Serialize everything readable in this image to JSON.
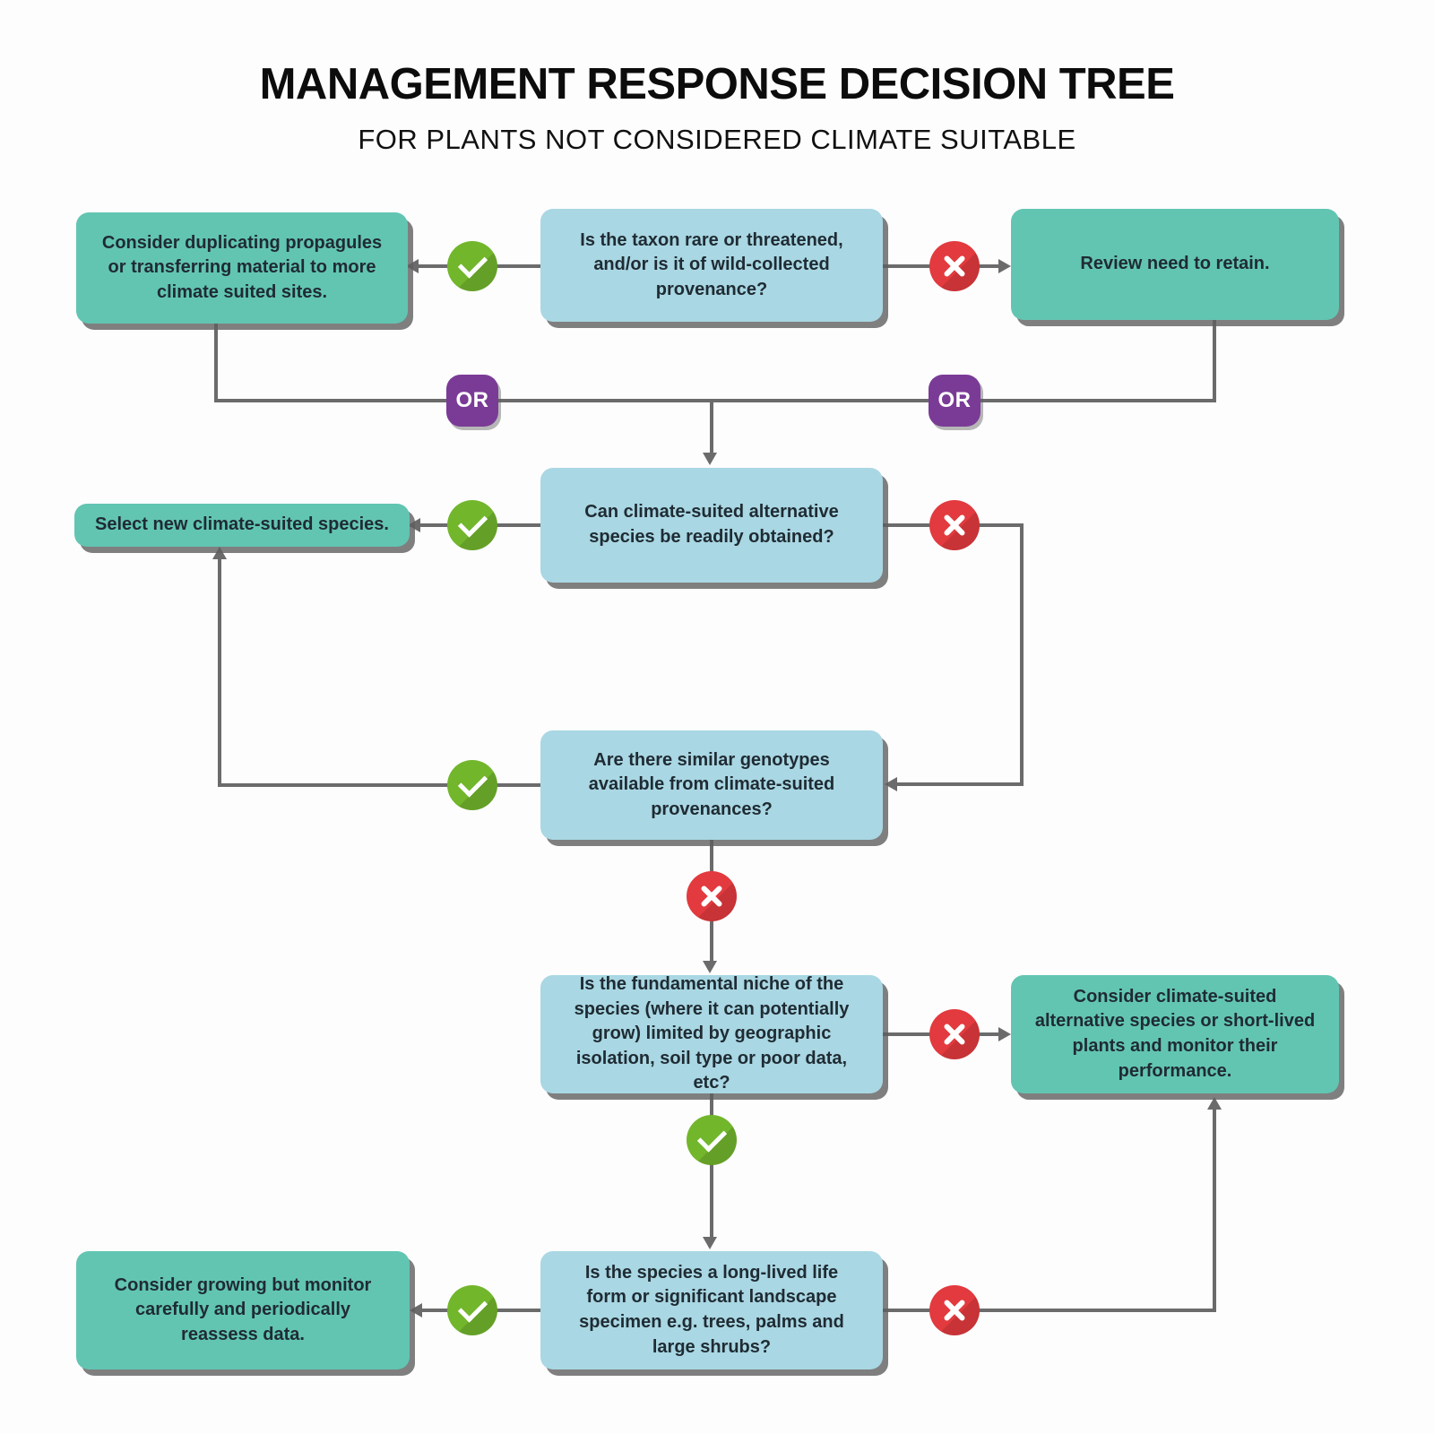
{
  "title": "MANAGEMENT RESPONSE DECISION TREE",
  "subtitle": "FOR PLANTS NOT CONSIDERED CLIMATE SUITABLE",
  "labels": {
    "or": "OR",
    "yes_icon": "check",
    "no_icon": "cross"
  },
  "colors": {
    "teal": "#62c5b2",
    "blue": "#a9d7e3",
    "green": "#72b62c",
    "red": "#e23a3e",
    "purple": "#7a3b96",
    "line": "#6b6b6b",
    "ink": "#1f2b33"
  },
  "nodes": {
    "action_duplicate": {
      "type": "action",
      "text": "Consider duplicating propagules or transferring material to more climate suited sites."
    },
    "q_taxon_rare": {
      "type": "question",
      "text": "Is the taxon rare or threatened, and/or is it of wild-collected provenance?"
    },
    "action_review_retain": {
      "type": "action",
      "text": "Review need to retain."
    },
    "action_select_new": {
      "type": "action",
      "text": "Select new climate-suited species."
    },
    "q_alternatives": {
      "type": "question",
      "text": "Can climate-suited alternative species be readily obtained?"
    },
    "q_genotypes": {
      "type": "question",
      "text": "Are there similar genotypes available from climate-suited provenances?"
    },
    "q_niche": {
      "type": "question",
      "text": "Is the fundamental niche of the species (where it can potentially grow) limited by geographic isolation, soil type or poor data, etc?"
    },
    "action_consider_alt": {
      "type": "action",
      "text": "Consider climate-suited alternative species or short-lived plants and monitor their performance."
    },
    "q_longlived": {
      "type": "question",
      "text": "Is the species a long-lived life form or significant landscape specimen e.g. trees, palms and large shrubs?"
    },
    "action_grow_monitor": {
      "type": "action",
      "text": "Consider growing but monitor carefully and periodically reassess data."
    }
  },
  "edges": [
    {
      "from": "q_taxon_rare",
      "result": "yes",
      "to": "action_duplicate"
    },
    {
      "from": "q_taxon_rare",
      "result": "no",
      "to": "action_review_retain"
    },
    {
      "from": "action_duplicate",
      "result": "or",
      "to": "q_alternatives"
    },
    {
      "from": "action_review_retain",
      "result": "or",
      "to": "q_alternatives"
    },
    {
      "from": "q_alternatives",
      "result": "yes",
      "to": "action_select_new"
    },
    {
      "from": "q_alternatives",
      "result": "no",
      "to": "q_genotypes"
    },
    {
      "from": "q_genotypes",
      "result": "yes",
      "to": "action_select_new"
    },
    {
      "from": "q_genotypes",
      "result": "no",
      "to": "q_niche"
    },
    {
      "from": "q_niche",
      "result": "no",
      "to": "action_consider_alt"
    },
    {
      "from": "q_niche",
      "result": "yes",
      "to": "q_longlived"
    },
    {
      "from": "q_longlived",
      "result": "yes",
      "to": "action_grow_monitor"
    },
    {
      "from": "q_longlived",
      "result": "no",
      "to": "action_consider_alt"
    }
  ]
}
